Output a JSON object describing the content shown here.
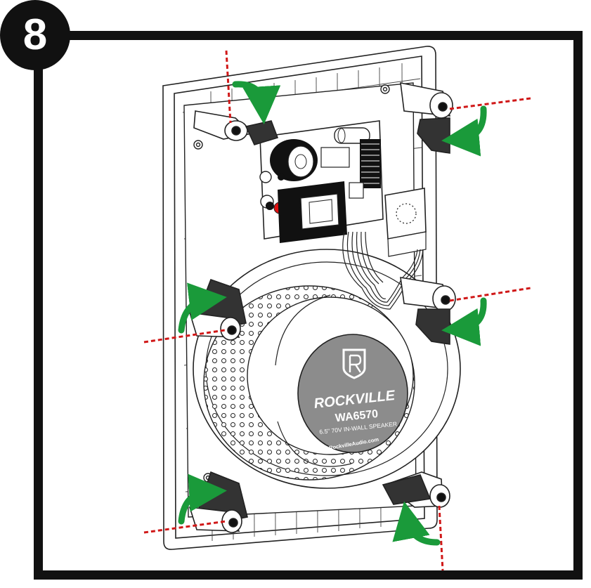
{
  "step": {
    "number": "8"
  },
  "speaker": {
    "brand": "ROCKVILLE",
    "model": "WA6570",
    "description": "6.5\" 70V IN-WALL SPEAKER",
    "website": "RockvilleAudio.com"
  },
  "colors": {
    "arrow": "#1a9a3a",
    "dashed_line": "#d01818",
    "outline": "#222222",
    "led": "#e01010",
    "cone": "#8c8c8c",
    "frame": "#111111"
  },
  "icons": [
    "rotate-arrow-icon",
    "rockville-logo-icon"
  ]
}
